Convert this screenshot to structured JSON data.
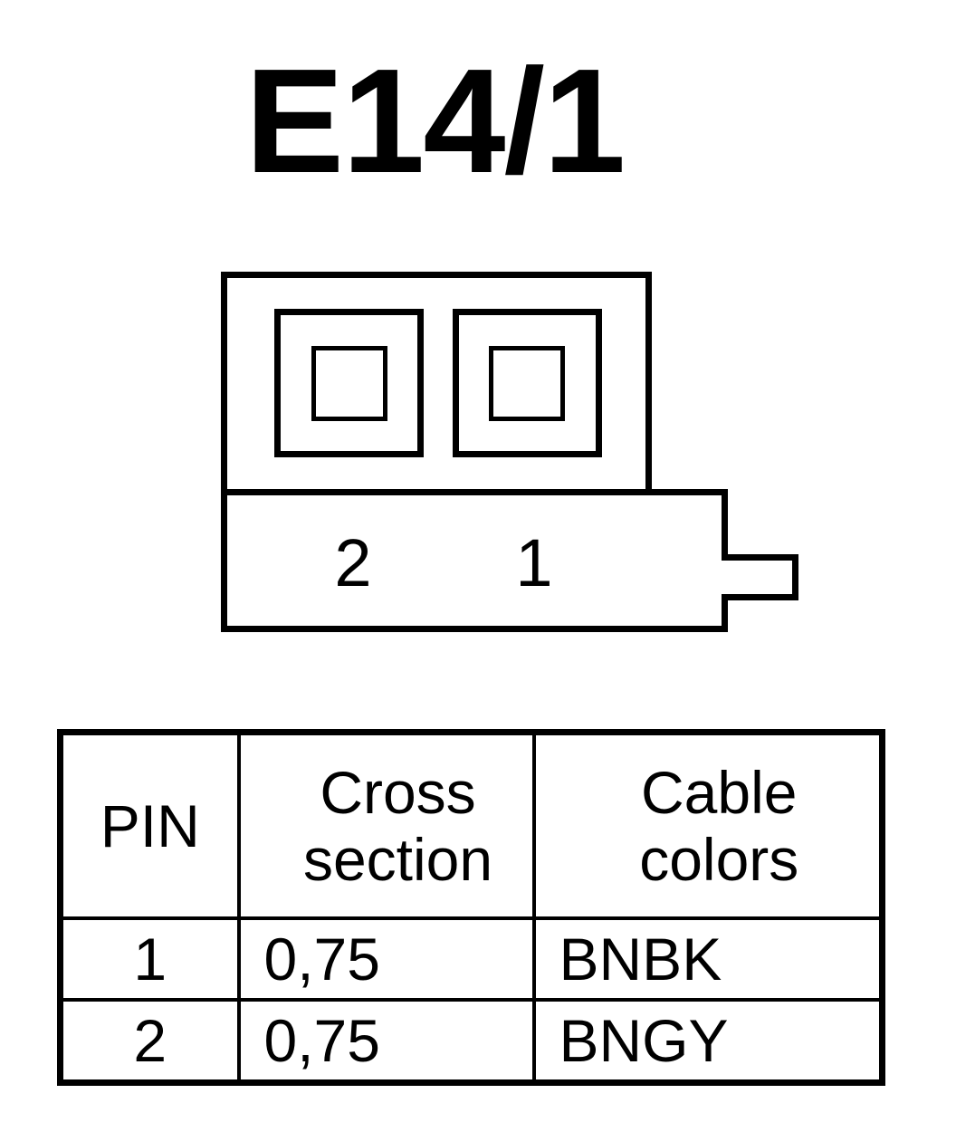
{
  "title": "E14/1",
  "connector": {
    "name": "connector-diagram",
    "pin_labels": [
      {
        "id": "pin-2",
        "text": "2"
      },
      {
        "id": "pin-1",
        "text": "1"
      }
    ],
    "cavity_count": 2,
    "latch": "latch-tab",
    "line_color": "#000000",
    "fill_color": "#ffffff"
  },
  "table": {
    "headers": {
      "pin": "PIN",
      "cross_section_line1": "Cross",
      "cross_section_line2": "section",
      "cable_colors_line1": "Cable",
      "cable_colors_line2": "colors"
    },
    "rows": [
      {
        "pin": "1",
        "cross_section": "0,75",
        "cable_colors": "BNBK"
      },
      {
        "pin": "2",
        "cross_section": "0,75",
        "cable_colors": "BNGY"
      }
    ]
  }
}
